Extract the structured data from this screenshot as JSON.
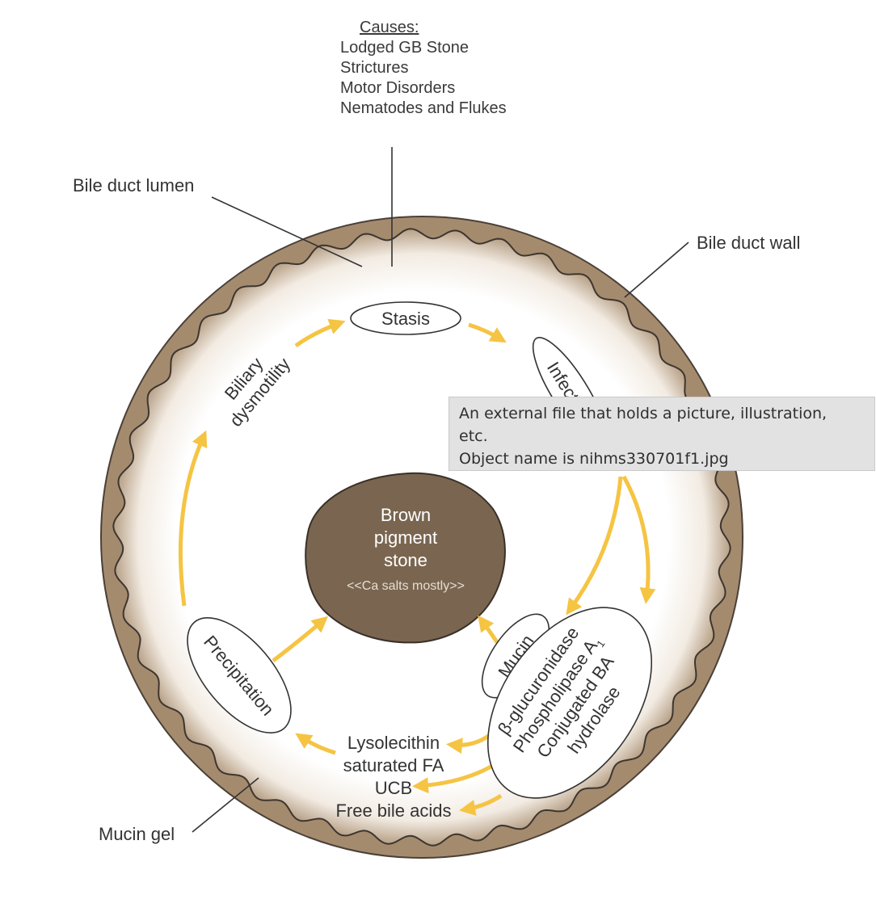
{
  "causes": {
    "title": "Causes",
    "items": [
      "Lodged GB Stone",
      "Strictures",
      "Motor Disorders",
      "Nematodes and Flukes"
    ]
  },
  "labels": {
    "bile_duct_lumen": "Bile duct lumen",
    "bile_duct_wall": "Bile duct wall",
    "mucin_gel": "Mucin gel"
  },
  "cycle": {
    "stasis": "Stasis",
    "infection": "Infection",
    "biliary_dysmotility": [
      "Biliary",
      "dysmotility"
    ],
    "precipitation": "Precipitation",
    "mucin": "Mucin",
    "enzymes": [
      "β-glucuronidase",
      "Phospholipase A",
      "Conjugated BA",
      "hydrolase"
    ],
    "enzyme_subscript": "1",
    "products": [
      "Lysolecithin",
      "saturated FA",
      "UCB",
      "Free bile acids"
    ]
  },
  "stone": {
    "lines": [
      "Brown",
      "pigment",
      "stone"
    ],
    "subtitle": "<<Ca salts mostly>>"
  },
  "tooltip": {
    "line1": "An external file that holds a picture, illustration,",
    "line2": "etc.",
    "line3": "Object name is nihms330701f1.jpg"
  },
  "colors": {
    "wall": "#a58b6e",
    "stone": "#7a6650",
    "arrow": "#f5c443",
    "text": "#333333"
  }
}
